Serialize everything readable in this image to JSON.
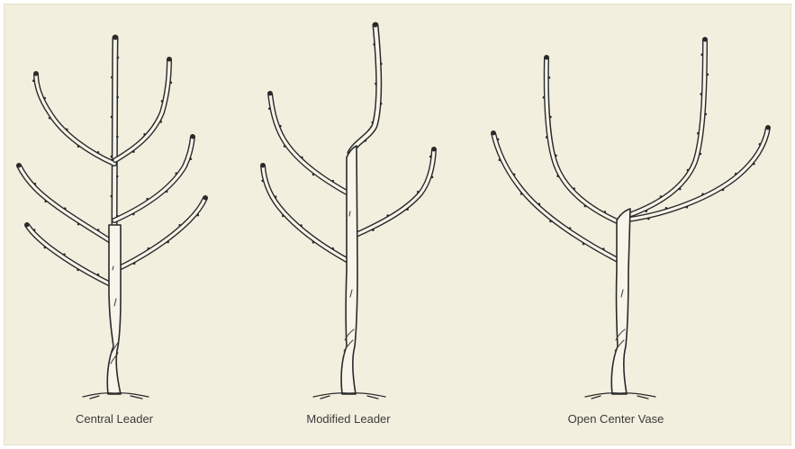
{
  "figure": {
    "labels": {
      "central_leader": "Central Leader",
      "modified_leader": "Modified Leader",
      "open_center_vase": "Open Center Vase"
    }
  }
}
